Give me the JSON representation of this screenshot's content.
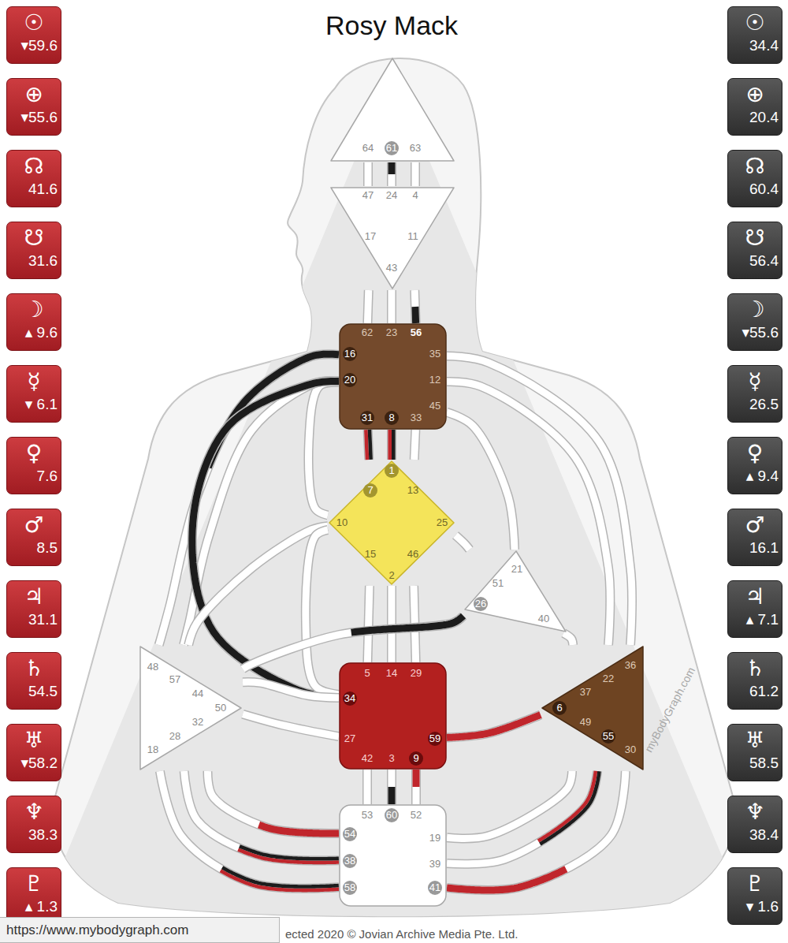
{
  "diagram": {
    "title": "Rosy Mack",
    "nodes": [
      {
        "text": [
          "☉",
          "▾59.6"
        ]
      },
      {
        "text": [
          "⊕",
          "▾55.6"
        ]
      },
      {
        "text": [
          "☊",
          "41.6"
        ]
      },
      {
        "text": [
          "☋",
          "31.6"
        ]
      },
      {
        "text": [
          "☽",
          "▴ 9.6"
        ]
      },
      {
        "text": [
          "☿",
          "▾ 6.1"
        ]
      },
      {
        "text": [
          "♀",
          "7.6"
        ]
      },
      {
        "text": [
          "♂",
          "8.5"
        ]
      },
      {
        "text": [
          "♃",
          "31.1"
        ]
      },
      {
        "text": [
          "♄",
          "54.5"
        ]
      },
      {
        "text": [
          "♅",
          "▾58.2"
        ]
      },
      {
        "text": [
          "♆",
          "38.3"
        ]
      },
      {
        "text": [
          "♇",
          "▴ 1.3"
        ]
      },
      {
        "text": [
          "☉",
          "34.4"
        ]
      },
      {
        "text": [
          "⊕",
          "20.4"
        ]
      },
      {
        "text": [
          "☊",
          "60.4"
        ]
      },
      {
        "text": [
          "☋",
          "56.4"
        ]
      },
      {
        "text": [
          "☽",
          "▾55.6"
        ]
      },
      {
        "text": [
          "☿",
          "26.5"
        ]
      },
      {
        "text": [
          "♀",
          "▴ 9.4"
        ]
      },
      {
        "text": [
          "♂",
          "16.1"
        ]
      },
      {
        "text": [
          "♃",
          "▴ 7.1"
        ]
      },
      {
        "text": [
          "♄",
          "61.2"
        ]
      },
      {
        "text": [
          "♅",
          "58.5"
        ]
      },
      {
        "text": [
          "♆",
          "38.4"
        ]
      },
      {
        "text": [
          "♇",
          "▾ 1.6"
        ]
      },
      {
        "text": [
          "64",
          "61",
          "63"
        ]
      },
      {
        "text": [
          "47",
          "24",
          "4",
          "17",
          "11",
          "43"
        ]
      },
      {
        "text": [
          "62",
          "23",
          "56",
          "16",
          "35",
          "20",
          "12",
          "45",
          "31",
          "8",
          "33"
        ]
      },
      {
        "text": [
          "1",
          "7",
          "13",
          "10",
          "25",
          "15",
          "46",
          "2"
        ]
      },
      {
        "text": [
          "21",
          "51",
          "26",
          "40"
        ]
      },
      {
        "text": [
          "48",
          "57",
          "44",
          "50",
          "32",
          "28",
          "18"
        ]
      },
      {
        "text": [
          "5",
          "14",
          "29",
          "34",
          "27",
          "59",
          "42",
          "3",
          "9"
        ]
      },
      {
        "text": [
          "36",
          "22",
          "37",
          "6",
          "49",
          "55",
          "30"
        ]
      },
      {
        "text": [
          "53",
          "60",
          "52",
          "54",
          "19",
          "38",
          "39",
          "58",
          "41"
        ]
      }
    ],
    "edges": [
      {
        "from": 26,
        "to": 27,
        "arrow": "none"
      },
      {
        "from": 26,
        "to": 27,
        "arrow": "none"
      },
      {
        "from": 26,
        "to": 27,
        "arrow": "none"
      },
      {
        "from": 27,
        "to": 28,
        "arrow": "none"
      },
      {
        "from": 27,
        "to": 28,
        "arrow": "none"
      },
      {
        "from": 27,
        "to": 28,
        "arrow": "none"
      },
      {
        "from": 28,
        "to": 29,
        "arrow": "none"
      },
      {
        "from": 28,
        "to": 29,
        "arrow": "none"
      },
      {
        "from": 28,
        "to": 29,
        "arrow": "none"
      },
      {
        "from": 28,
        "to": 29,
        "arrow": "none"
      },
      {
        "from": 28,
        "to": 31,
        "arrow": "none"
      },
      {
        "from": 28,
        "to": 31,
        "arrow": "none"
      },
      {
        "from": 28,
        "to": 32,
        "arrow": "none"
      },
      {
        "from": 28,
        "to": 30,
        "arrow": "none"
      },
      {
        "from": 28,
        "to": 33,
        "arrow": "none"
      },
      {
        "from": 28,
        "to": 33,
        "arrow": "none"
      },
      {
        "from": 29,
        "to": 31,
        "arrow": "none"
      },
      {
        "from": 29,
        "to": 32,
        "arrow": "none"
      },
      {
        "from": 29,
        "to": 32,
        "arrow": "none"
      },
      {
        "from": 29,
        "to": 32,
        "arrow": "none"
      },
      {
        "from": 29,
        "to": 32,
        "arrow": "none"
      },
      {
        "from": 29,
        "to": 30,
        "arrow": "none"
      },
      {
        "from": 30,
        "to": 31,
        "arrow": "none"
      },
      {
        "from": 30,
        "to": 33,
        "arrow": "none"
      },
      {
        "from": 31,
        "to": 32,
        "arrow": "none"
      },
      {
        "from": 31,
        "to": 32,
        "arrow": "none"
      },
      {
        "from": 32,
        "to": 33,
        "arrow": "none"
      },
      {
        "from": 32,
        "to": 34,
        "arrow": "none"
      },
      {
        "from": 32,
        "to": 34,
        "arrow": "none"
      },
      {
        "from": 32,
        "to": 34,
        "arrow": "none"
      },
      {
        "from": 31,
        "to": 34,
        "arrow": "none"
      },
      {
        "from": 31,
        "to": 34,
        "arrow": "none"
      },
      {
        "from": 31,
        "to": 34,
        "arrow": "none"
      },
      {
        "from": 33,
        "to": 34,
        "arrow": "none"
      },
      {
        "from": 33,
        "to": 34,
        "arrow": "none"
      },
      {
        "from": 33,
        "to": 34,
        "arrow": "none"
      }
    ],
    "labels": [
      "https://www.mybodygraph.com",
      "ected 2020 © Jovian Archive Media Pte. Ltd.",
      "myBodyGraph.com"
    ]
  }
}
